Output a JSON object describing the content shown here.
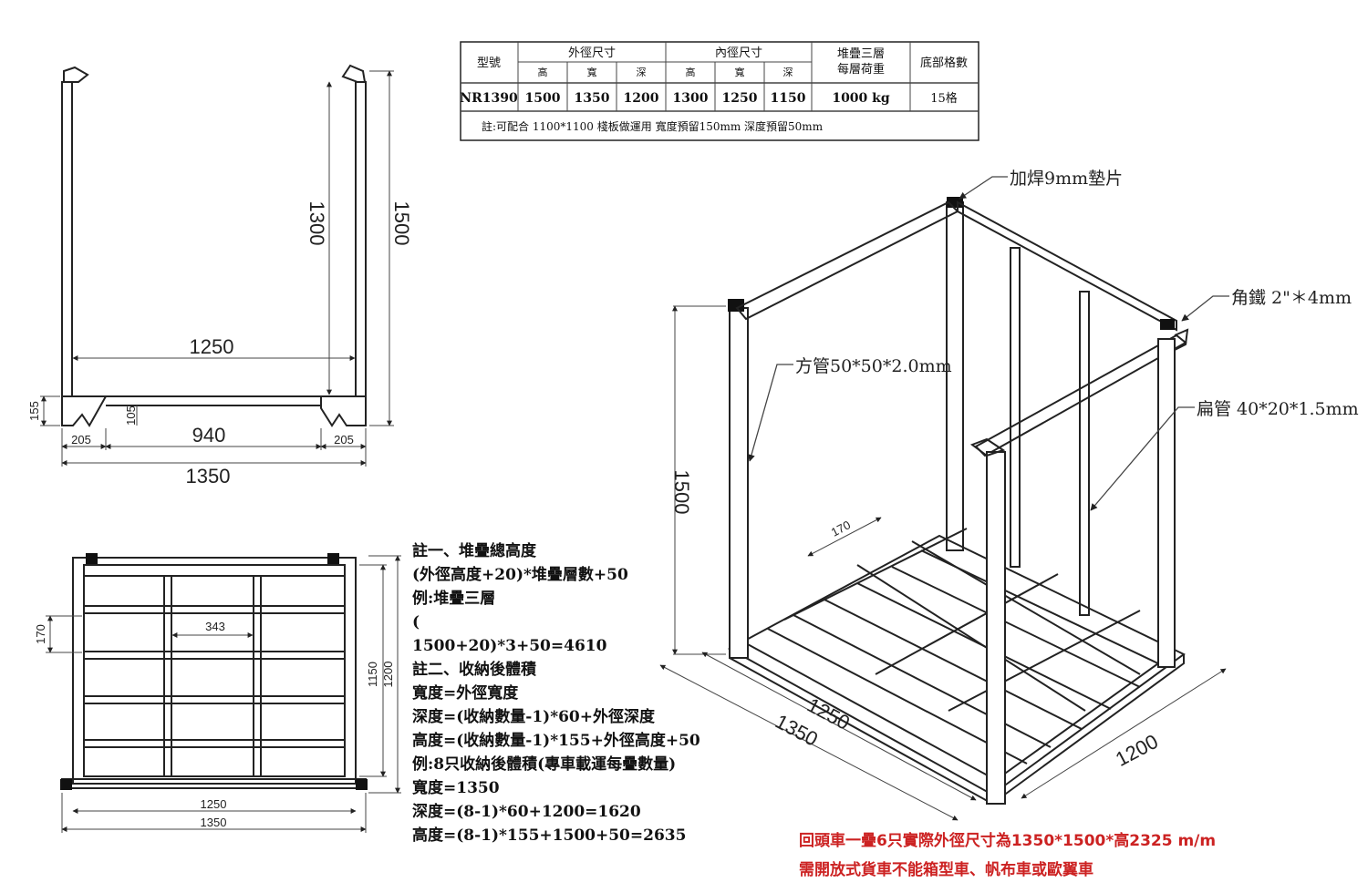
{
  "spec_table": {
    "header": {
      "model": "型號",
      "outer": "外徑尺寸",
      "inner": "內徑尺寸",
      "stack_line1": "堆疊三層",
      "stack_line2": "每層荷重",
      "base": "底部格數"
    },
    "sub": {
      "h": "高",
      "w": "寬",
      "d": "深"
    },
    "row": {
      "model": "NR1390",
      "outer_h": "1500",
      "outer_w": "1350",
      "outer_d": "1200",
      "inner_h": "1300",
      "inner_w": "1250",
      "inner_d": "1150",
      "load": "1000 kg",
      "grids": "15格"
    },
    "note": "註:可配合 1100*1100 棧板做運用 寬度預留150mm 深度預留50mm"
  },
  "front_view": {
    "inner_height": "1300",
    "outer_height": "1500",
    "inner_width": "1250",
    "gap": "940",
    "foot_left": "205",
    "foot_right": "205",
    "outer_width": "1350",
    "foot_height": "155",
    "foot_notch": "105"
  },
  "top_view": {
    "slat_gap": "170",
    "cell_width": "343",
    "depth_inner": "1150",
    "depth_outer": "1200",
    "width_inner": "1250",
    "width_outer": "1350"
  },
  "iso_view": {
    "height": "1500",
    "slat": "170",
    "width_inner": "1250",
    "width_outer": "1350",
    "depth": "1200",
    "callout_weld": "加焊9mm墊片",
    "callout_angle": "角鐵 2\"＊4mm",
    "callout_square": "方管50*50*2.0mm",
    "callout_flat": "扁管 40*20*1.5mm"
  },
  "notes": [
    "註一、堆疊總高度",
    "(外徑高度+20)*堆疊層數+50",
    "例:堆疊三層",
    "(",
    "1500+20)*3+50=4610",
    "註二、收納後體積",
    "寬度=外徑寬度",
    "深度=(收納數量-1)*60+外徑深度",
    "高度=(收納數量-1)*155+外徑高度+50",
    "例:8只收納後體積(專車載運每疊數量)",
    "寬度=1350",
    "深度=(8-1)*60+1200=1620",
    "高度=(8-1)*155+1500+50=2635"
  ],
  "red_notes": [
    "回頭車一疊6只實際外徑尺寸為1350*1500*高2325 m/m",
    "需開放式貨車不能箱型車、帆布車或歐翼車"
  ]
}
